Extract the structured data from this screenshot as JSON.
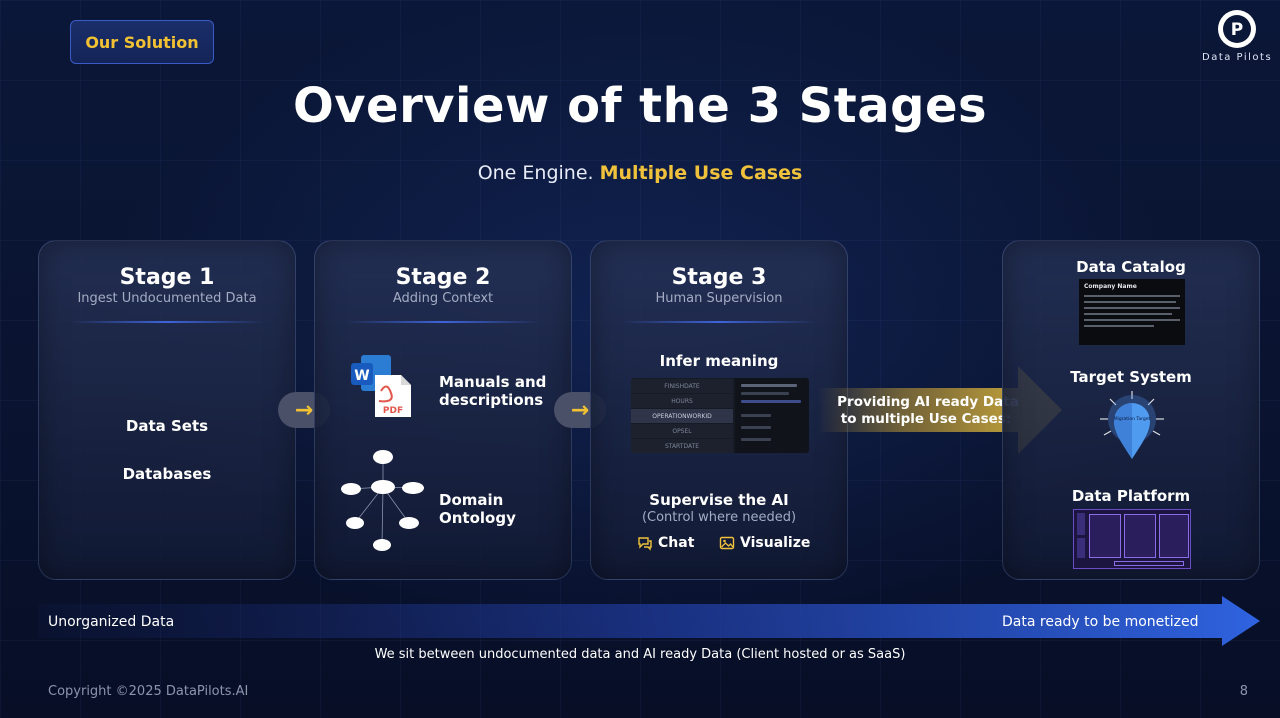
{
  "badge": "Our Solution",
  "logo": {
    "text": "Data Pilots",
    "letter": "P"
  },
  "title": "Overview of the 3 Stages",
  "subtitle": {
    "lead": "One Engine. ",
    "highlight": "Multiple Use Cases"
  },
  "stage1": {
    "heading": "Stage 1",
    "subheading": "Ingest Undocumented Data",
    "items": [
      "Data Sets",
      "Databases"
    ]
  },
  "stage2": {
    "heading": "Stage 2",
    "subheading": "Adding Context",
    "manuals": "Manuals and descriptions",
    "ontology": "Domain Ontology",
    "pdf_label": "PDF"
  },
  "stage3": {
    "heading": "Stage 3",
    "subheading": "Human Supervision",
    "infer": "Infer meaning",
    "supervise": "Supervise the AI",
    "control": "(Control where needed)",
    "chat": "Chat",
    "visualize": "Visualize",
    "table_rows": [
      "FINISHDATE",
      "HOURS",
      "OPERATIONWORKID",
      "OPSEL",
      "STARTDATE"
    ]
  },
  "arrow_callout": {
    "line1": "Providing AI ready Data",
    "line2": "to multiple Use Cases:"
  },
  "outputs": {
    "catalog": "Data Catalog",
    "catalog_heading": "Company Name",
    "target": "Target System",
    "target_label": "Migration Target",
    "platform": "Data Platform"
  },
  "flow": {
    "left": "Unorganized Data",
    "right": "Data ready to be monetized",
    "caption": "We sit between undocumented data and AI ready Data (Client hosted or as SaaS)"
  },
  "footer": "Copyright ©2025 DataPilots.AI",
  "page_number": "8",
  "colors": {
    "accent": "#f0c23b",
    "primary_blue": "#3f63d9",
    "background": "#0a1431"
  }
}
